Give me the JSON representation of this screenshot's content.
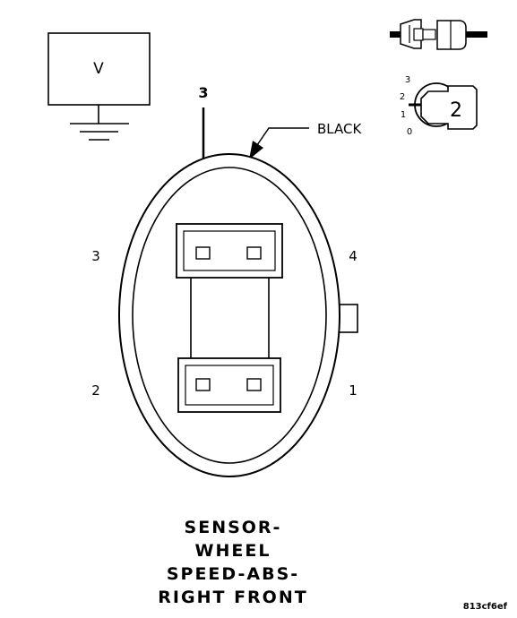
{
  "meter_label": "V",
  "callout_number": "3",
  "wire_color": "BLACK",
  "pins": {
    "top_left": "3",
    "top_right": "4",
    "bottom_left": "2",
    "bottom_right": "1"
  },
  "key_icon": {
    "positions": [
      "3",
      "2",
      "1",
      "0"
    ],
    "key_number": "2"
  },
  "title_lines": [
    "SENSOR-",
    "WHEEL",
    "SPEED-ABS-",
    "RIGHT FRONT"
  ],
  "figure_code": "813cf6ef"
}
